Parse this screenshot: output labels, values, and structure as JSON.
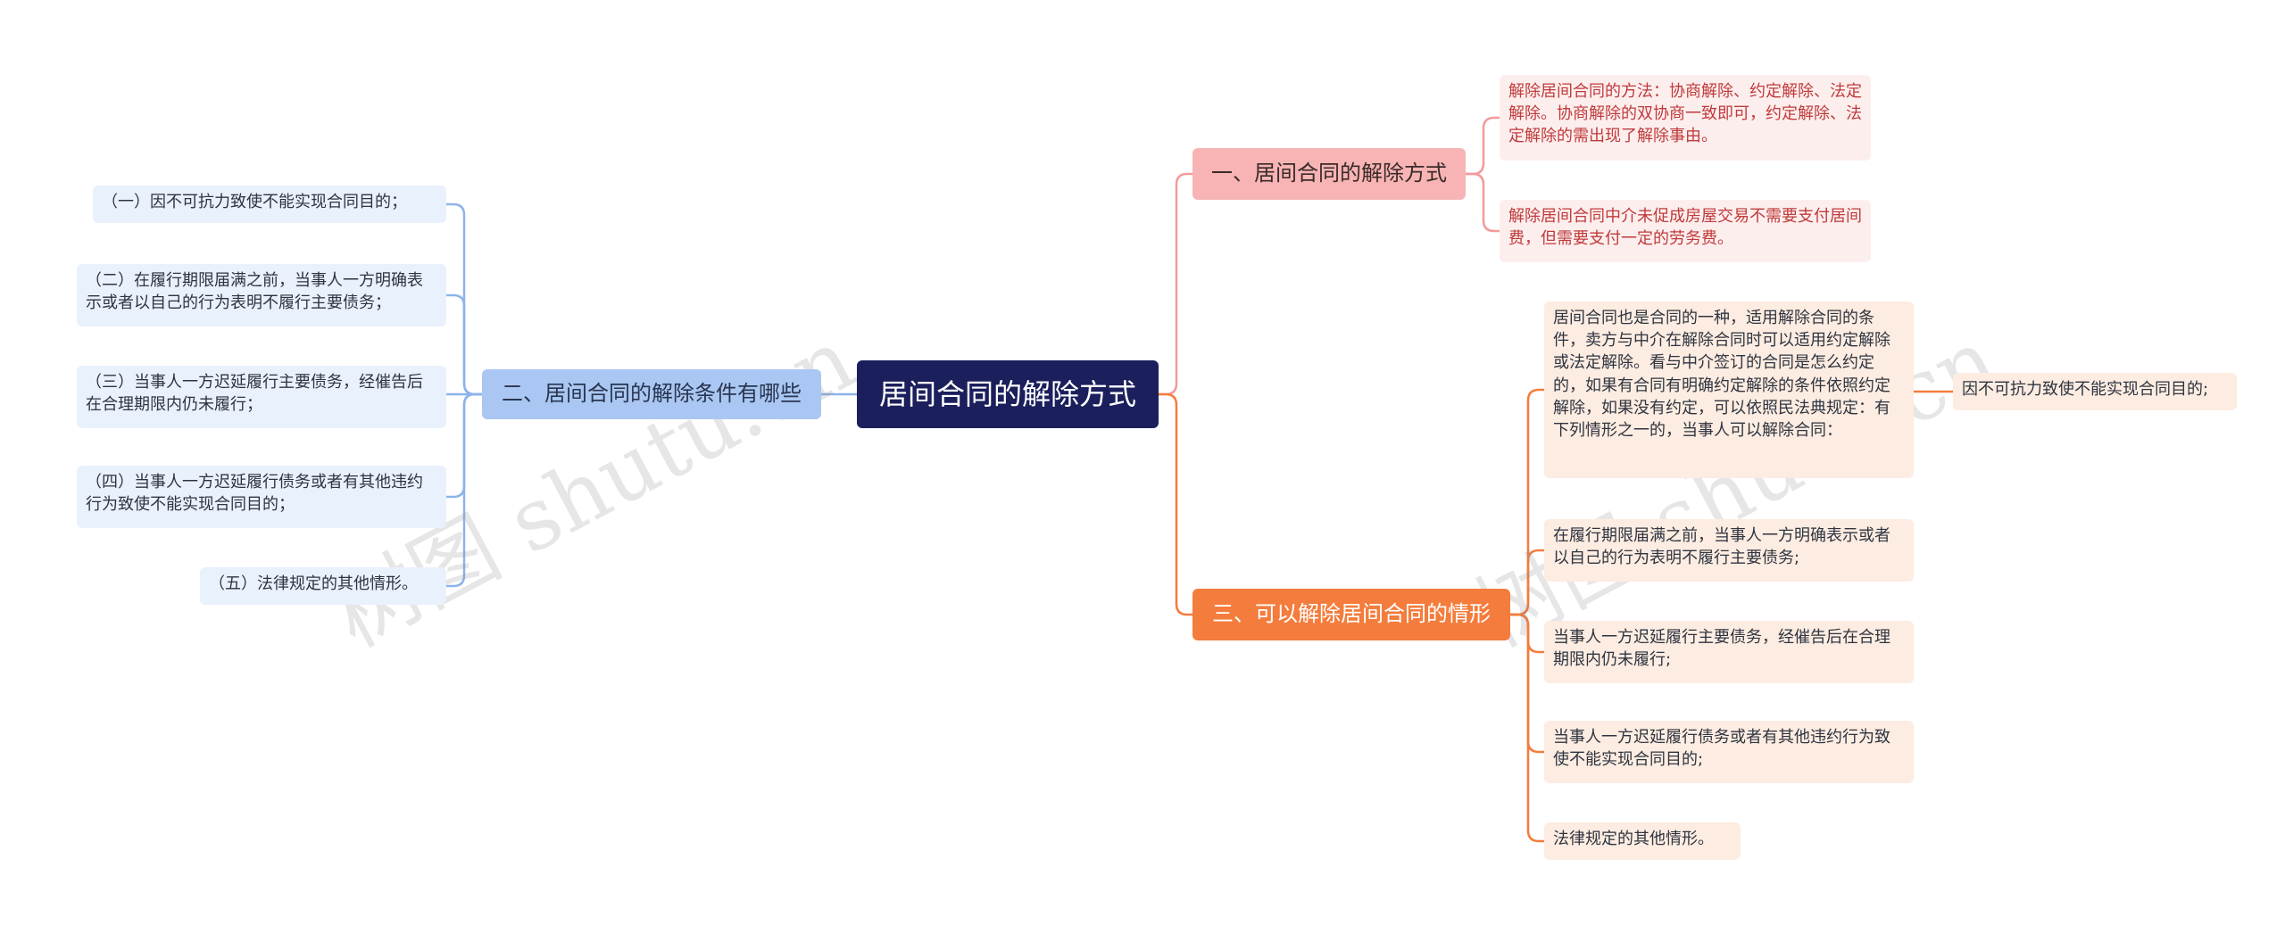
{
  "watermark": "树图 shutu.cn",
  "root": {
    "label": "居间合同的解除方式"
  },
  "branch1": {
    "label": "一、居间合同的解除方式",
    "items": [
      "解除居间合同的方法：协商解除、约定解除、法定解除。协商解除的双协商一致即可，约定解除、法定解除的需出现了解除事由。",
      "解除居间合同中介未促成房屋交易不需要支付居间费，但需要支付一定的劳务费。"
    ]
  },
  "branch2": {
    "label": "二、居间合同的解除条件有哪些",
    "items": [
      "（一）因不可抗力致使不能实现合同目的；",
      "（二）在履行期限届满之前，当事人一方明确表示或者以自己的行为表明不履行主要债务；",
      "（三）当事人一方迟延履行主要债务，经催告后在合理期限内仍未履行；",
      "（四）当事人一方迟延履行债务或者有其他违约行为致使不能实现合同目的；",
      "（五）法律规定的其他情形。"
    ]
  },
  "branch3": {
    "label": "三、可以解除居间合同的情形",
    "items": [
      "居间合同也是合同的一种，适用解除合同的条件，卖方与中介在解除合同时可以适用约定解除或法定解除。看与中介签订的合同是怎么约定的，如果有合同有明确约定解除的条件依照约定解除，如果没有约定，可以依照民法典规定：有下列情形之一的，当事人可以解除合同：",
      "在履行期限届满之前，当事人一方明确表示或者以自己的行为表明不履行主要债务;",
      "当事人一方迟延履行主要债务，经催告后在合理期限内仍未履行;",
      "当事人一方迟延履行债务或者有其他违约行为致使不能实现合同目的;",
      "法律规定的其他情形。"
    ],
    "sub": "因不可抗力致使不能实现合同目的;"
  },
  "colors": {
    "line_pink": "#f29a9a",
    "line_blue": "#8db3ea",
    "line_orange": "#f47c3c"
  }
}
